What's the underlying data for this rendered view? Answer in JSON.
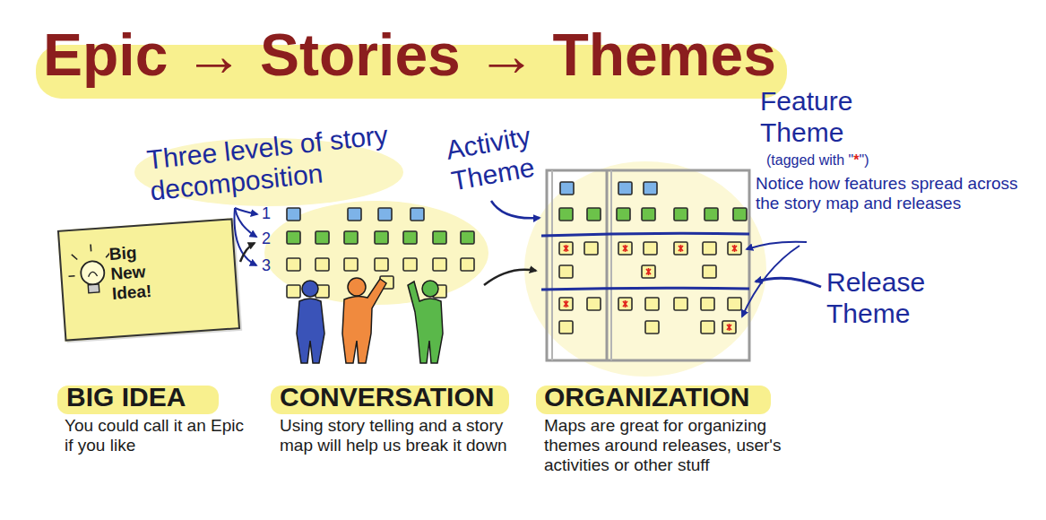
{
  "diagram": {
    "title": "Epic → Stories → Themes",
    "nodes": [
      {
        "text": [
          "Big New Idea!"
        ]
      }
    ],
    "labels": [
      "Three levels of story decomposition",
      "1",
      "2",
      "3",
      "Activity Theme",
      "Feature Theme",
      "(tagged with \"*\")",
      "Notice how features spread across the story map and releases",
      "Release Theme",
      "BIG IDEA",
      "You could call it an Epic if you like",
      "CONVERSATION",
      "Using story telling and a story map will help us break it down",
      "ORGANIZATION",
      "Maps are great for organizing themes around releases, user's activities or other stuff"
    ]
  }
}
